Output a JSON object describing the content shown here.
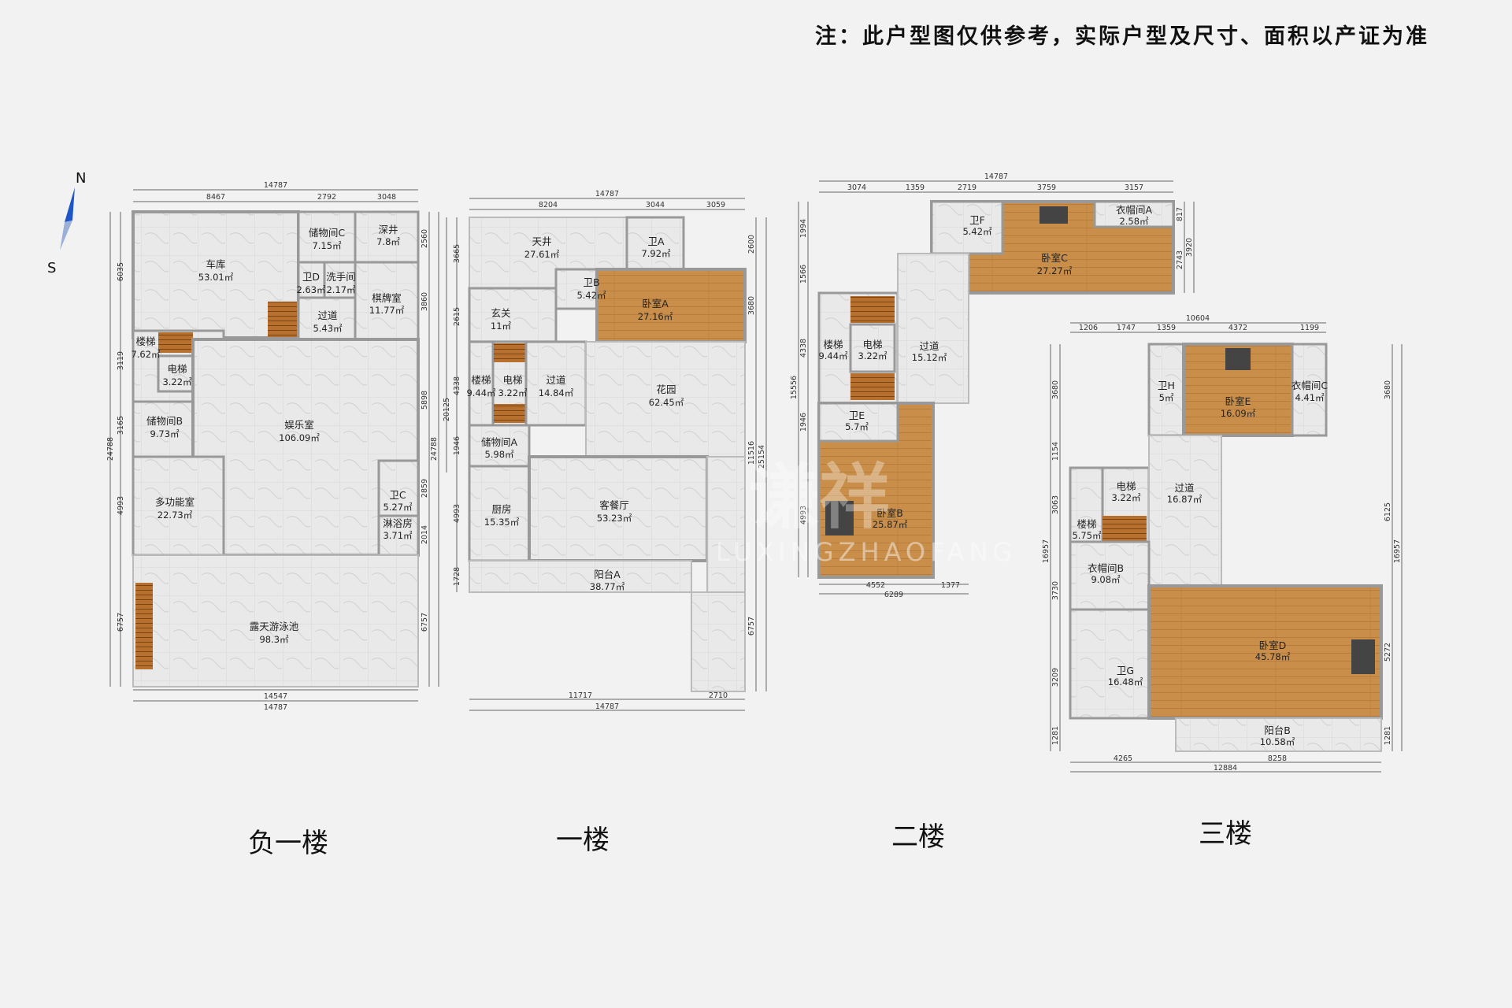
{
  "note": "注：此户型图仅供参考，实际户型及尺寸、面积以产证为准",
  "compass": {
    "north": "N",
    "south": "S"
  },
  "watermark": {
    "main": "谦祥",
    "sub": "LUXINGZHAOFANG"
  },
  "colors": {
    "wall": "#9a9a9a",
    "tile": "#e6e6e6",
    "wood": "#c98f4a",
    "dimension": "#666666"
  },
  "floors": [
    {
      "title": "负一楼",
      "rooms": [
        {
          "name": "车库",
          "area": "53.01㎡",
          "type": "tile"
        },
        {
          "name": "储物间C",
          "area": "7.15㎡",
          "type": "tile"
        },
        {
          "name": "深井",
          "area": "7.8㎡",
          "type": "tile"
        },
        {
          "name": "卫D",
          "area": "2.63㎡",
          "type": "tile"
        },
        {
          "name": "洗手间",
          "area": "2.17㎡",
          "type": "tile"
        },
        {
          "name": "棋牌室",
          "area": "11.77㎡",
          "type": "tile"
        },
        {
          "name": "过道",
          "area": "5.43㎡",
          "type": "tile"
        },
        {
          "name": "楼梯",
          "area": "7.62㎡",
          "type": "tile"
        },
        {
          "name": "电梯",
          "area": "3.22㎡",
          "type": "tile"
        },
        {
          "name": "储物间B",
          "area": "9.73㎡",
          "type": "tile"
        },
        {
          "name": "娱乐室",
          "area": "106.09㎡",
          "type": "tile"
        },
        {
          "name": "多功能室",
          "area": "22.73㎡",
          "type": "tile"
        },
        {
          "name": "卫C",
          "area": "5.27㎡",
          "type": "tile"
        },
        {
          "name": "淋浴房",
          "area": "3.71㎡",
          "type": "tile"
        },
        {
          "name": "露天游泳池",
          "area": "98.3㎡",
          "type": "tile"
        }
      ],
      "dims": [
        "14787",
        "8467",
        "2792",
        "3048",
        "6035",
        "3119",
        "3165",
        "4993",
        "6757",
        "24788",
        "2560",
        "3860",
        "5898",
        "2859",
        "2014",
        "6757",
        "24788",
        "14547",
        "14787"
      ]
    },
    {
      "title": "一楼",
      "rooms": [
        {
          "name": "天井",
          "area": "27.61㎡",
          "type": "tile"
        },
        {
          "name": "卫A",
          "area": "7.92㎡",
          "type": "tile"
        },
        {
          "name": "卫B",
          "area": "5.42㎡",
          "type": "tile"
        },
        {
          "name": "卧室A",
          "area": "27.16㎡",
          "type": "wood"
        },
        {
          "name": "玄关",
          "area": "11㎡",
          "type": "tile"
        },
        {
          "name": "楼梯",
          "area": "9.44㎡",
          "type": "tile"
        },
        {
          "name": "电梯",
          "area": "3.22㎡",
          "type": "tile"
        },
        {
          "name": "过道",
          "area": "14.84㎡",
          "type": "tile"
        },
        {
          "name": "花园",
          "area": "62.45㎡",
          "type": "tile"
        },
        {
          "name": "储物间A",
          "area": "5.98㎡",
          "type": "tile"
        },
        {
          "name": "厨房",
          "area": "15.35㎡",
          "type": "tile"
        },
        {
          "name": "客餐厅",
          "area": "53.23㎡",
          "type": "tile"
        },
        {
          "name": "阳台A",
          "area": "38.77㎡",
          "type": "tile"
        }
      ],
      "dims": [
        "14787",
        "8204",
        "3044",
        "3059",
        "3665",
        "2615",
        "4338",
        "1946",
        "4993",
        "1728",
        "20125",
        "2600",
        "3680",
        "11516",
        "25154",
        "6757",
        "11717",
        "2710",
        "14787"
      ]
    },
    {
      "title": "二楼",
      "rooms": [
        {
          "name": "卫F",
          "area": "5.42㎡",
          "type": "tile"
        },
        {
          "name": "卧室C",
          "area": "27.27㎡",
          "type": "wood"
        },
        {
          "name": "衣帽间A",
          "area": "2.58㎡",
          "type": "tile"
        },
        {
          "name": "楼梯",
          "area": "9.44㎡",
          "type": "tile"
        },
        {
          "name": "电梯",
          "area": "3.22㎡",
          "type": "tile"
        },
        {
          "name": "过道",
          "area": "15.12㎡",
          "type": "tile"
        },
        {
          "name": "卫E",
          "area": "5.7㎡",
          "type": "tile"
        },
        {
          "name": "卧室B",
          "area": "25.87㎡",
          "type": "wood"
        }
      ],
      "dims": [
        "14787",
        "3074",
        "1359",
        "2719",
        "3759",
        "3157",
        "817",
        "2743",
        "3920",
        "1994",
        "1566",
        "4338",
        "15556",
        "1946",
        "4993",
        "4552",
        "1377",
        "6289"
      ]
    },
    {
      "title": "三楼",
      "rooms": [
        {
          "name": "卫H",
          "area": "5㎡",
          "type": "tile"
        },
        {
          "name": "卧室E",
          "area": "16.09㎡",
          "type": "wood"
        },
        {
          "name": "衣帽间C",
          "area": "4.41㎡",
          "type": "tile"
        },
        {
          "name": "电梯",
          "area": "3.22㎡",
          "type": "tile"
        },
        {
          "name": "过道",
          "area": "16.87㎡",
          "type": "tile"
        },
        {
          "name": "楼梯",
          "area": "5.75㎡",
          "type": "tile"
        },
        {
          "name": "衣帽间B",
          "area": "9.08㎡",
          "type": "tile"
        },
        {
          "name": "卫G",
          "area": "16.48㎡",
          "type": "tile"
        },
        {
          "name": "卧室D",
          "area": "45.78㎡",
          "type": "wood"
        },
        {
          "name": "阳台B",
          "area": "10.58㎡",
          "type": "tile"
        }
      ],
      "dims": [
        "10604",
        "1206",
        "1747",
        "1359",
        "4372",
        "1199",
        "3680",
        "1154",
        "3063",
        "16957",
        "3730",
        "3209",
        "1281",
        "3680",
        "6125",
        "16957",
        "5272",
        "1281",
        "4265",
        "8258",
        "12884"
      ]
    }
  ]
}
